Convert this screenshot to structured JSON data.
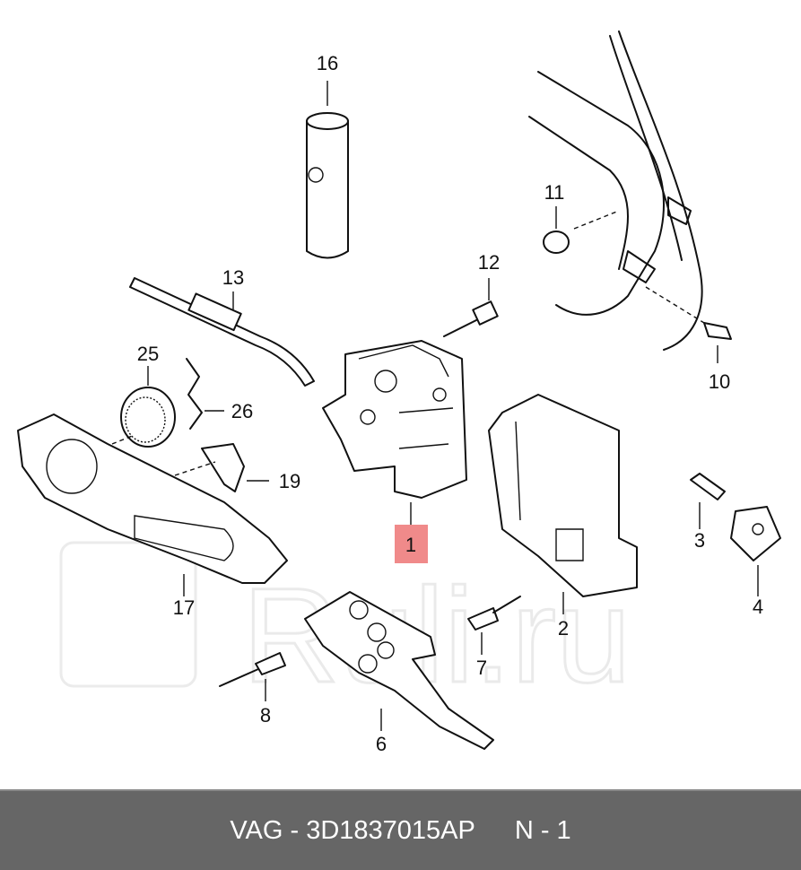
{
  "diagram": {
    "highlight_color": "#f08a8a",
    "highlighted_part": "1",
    "watermark": "Ruli.ru",
    "callouts": [
      "1",
      "2",
      "3",
      "4",
      "6",
      "7",
      "8",
      "10",
      "11",
      "12",
      "13",
      "16",
      "17",
      "19",
      "25",
      "26"
    ]
  },
  "labels": {
    "p1": "1",
    "p2": "2",
    "p3": "3",
    "p4": "4",
    "p6": "6",
    "p7": "7",
    "p8": "8",
    "p10": "10",
    "p11": "11",
    "p12": "12",
    "p13": "13",
    "p16": "16",
    "p17": "17",
    "p19": "19",
    "p25": "25",
    "p26": "26"
  },
  "footer": {
    "brand": "VAG",
    "part_number": "3D1837015AP",
    "position": "N - 1",
    "background_color": "#666666"
  }
}
